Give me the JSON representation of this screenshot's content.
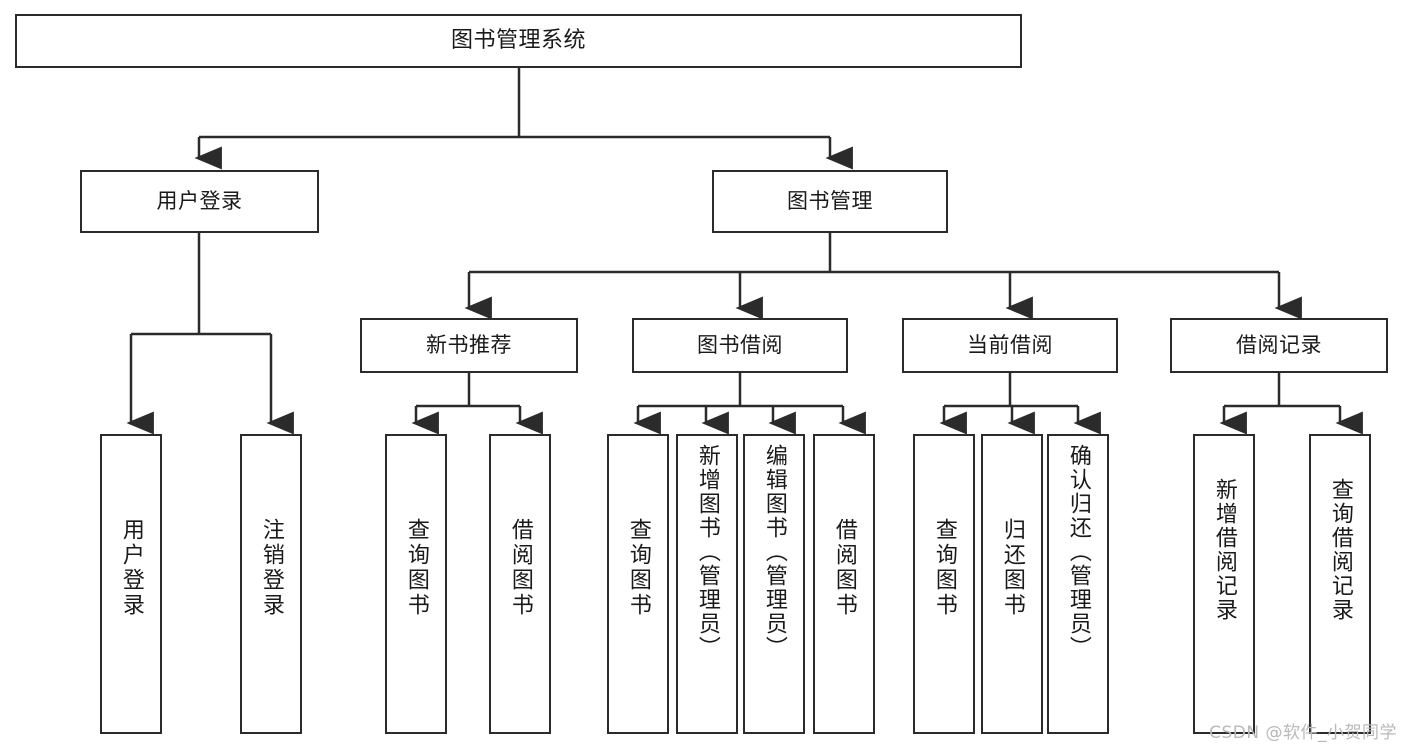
{
  "diagram": {
    "title": "图书管理系统",
    "type": "hierarchy-tree",
    "watermark": "CSDN @软件_小贺同学",
    "colors": {
      "stroke": "#2b2b2b",
      "fill": "#ffffff",
      "text": "#1a1a1a",
      "watermark": "#b9b9b9"
    },
    "nodes": {
      "root": {
        "label": "图书管理系统",
        "level": 0
      },
      "level1": [
        {
          "id": "user-login",
          "label": "用户登录",
          "level": 1
        },
        {
          "id": "book-manage",
          "label": "图书管理",
          "level": 1
        }
      ],
      "level2": [
        {
          "id": "new-book-rec",
          "label": "新书推荐",
          "level": 2,
          "parent": "book-manage"
        },
        {
          "id": "book-borrow",
          "label": "图书借阅",
          "level": 2,
          "parent": "book-manage"
        },
        {
          "id": "current-borrow",
          "label": "当前借阅",
          "level": 2,
          "parent": "book-manage"
        },
        {
          "id": "borrow-record",
          "label": "借阅记录",
          "level": 2,
          "parent": "book-manage"
        }
      ],
      "leaves": [
        {
          "id": "leaf-user-login",
          "label": "用户登录",
          "parent": "user-login"
        },
        {
          "id": "leaf-logout",
          "label": "注销登录",
          "parent": "user-login"
        },
        {
          "id": "leaf-query-book-1",
          "label": "查询图书",
          "parent": "new-book-rec"
        },
        {
          "id": "leaf-borrow-book-1",
          "label": "借阅图书",
          "parent": "new-book-rec"
        },
        {
          "id": "leaf-query-book-2",
          "label": "查询图书",
          "parent": "book-borrow"
        },
        {
          "id": "leaf-add-book",
          "label": "新增图书（管理员）",
          "parent": "book-borrow"
        },
        {
          "id": "leaf-edit-book",
          "label": "编辑图书（管理员）",
          "parent": "book-borrow"
        },
        {
          "id": "leaf-borrow-book-2",
          "label": "借阅图书",
          "parent": "book-borrow"
        },
        {
          "id": "leaf-query-book-3",
          "label": "查询图书",
          "parent": "current-borrow"
        },
        {
          "id": "leaf-return-book",
          "label": "归还图书",
          "parent": "current-borrow"
        },
        {
          "id": "leaf-confirm-return",
          "label": "确认归还（管理员）",
          "parent": "current-borrow"
        },
        {
          "id": "leaf-add-record",
          "label": "新增借阅记录",
          "parent": "borrow-record"
        },
        {
          "id": "leaf-query-record",
          "label": "查询借阅记录",
          "parent": "borrow-record"
        }
      ]
    }
  }
}
